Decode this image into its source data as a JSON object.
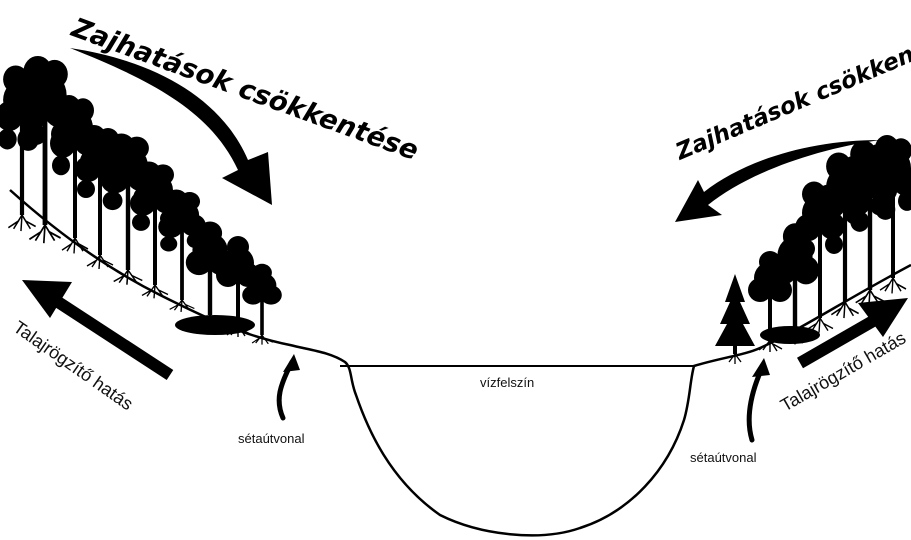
{
  "labels": {
    "noise_reduction_left": "Zajhatások csökkentése",
    "noise_reduction_right": "Zajhatások csökkentése",
    "soil_fixing_left": "Talajrögzítő hatás",
    "soil_fixing_right": "Talajrögzítő hatás",
    "walkway_left": "sétaútvonal",
    "walkway_right": "sétaútvonal",
    "water_surface": "vízfelszín"
  },
  "colors": {
    "ink": "#000000",
    "background": "#ffffff"
  },
  "icons": [
    "tree-icon",
    "conifer-icon",
    "curved-arrow-icon",
    "straight-arrow-icon"
  ]
}
